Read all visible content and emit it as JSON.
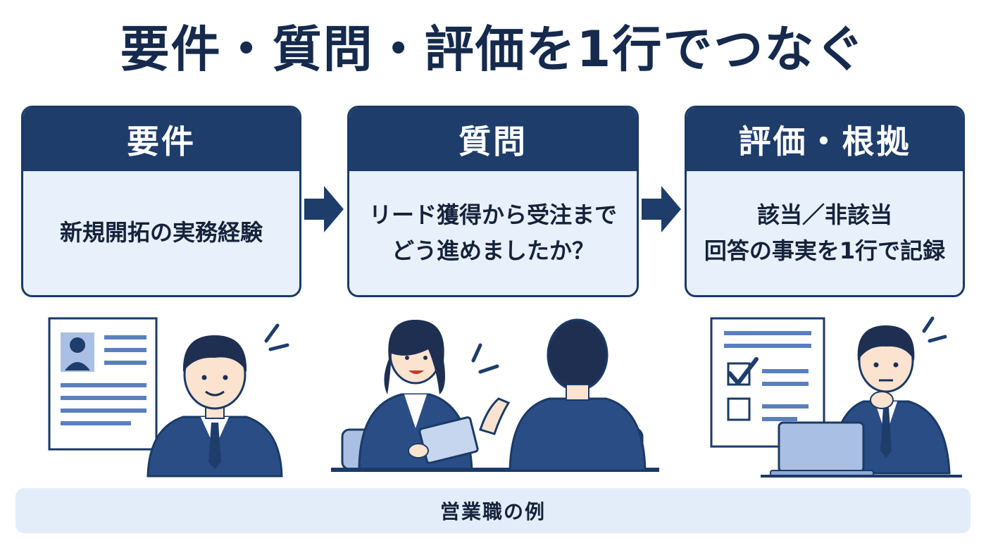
{
  "title": "要件・質問・評価を1行でつなぐ",
  "cards": [
    {
      "header": "要件",
      "lines": [
        "新規開拓の実務経験"
      ]
    },
    {
      "header": "質問",
      "lines": [
        "リード獲得から受注まで",
        "どう進めましたか？"
      ]
    },
    {
      "header": "評価・根拠",
      "lines": [
        "該当／非該当",
        "回答の事実を1行で記録"
      ]
    }
  ],
  "footer": "営業職の例",
  "colors": {
    "navy": "#1e3d6b",
    "card_fill": "#e8f0fb",
    "accent_blue": "#5a7fbf",
    "footer_fill": "#e3edf9"
  }
}
